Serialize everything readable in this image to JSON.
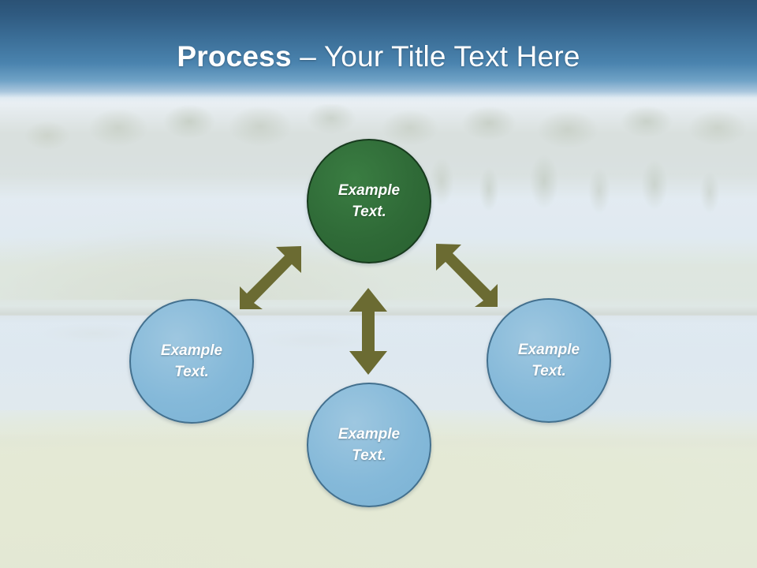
{
  "slide": {
    "title_strong": "Process",
    "title_separator": " – ",
    "title_light": "Your Title Text Here",
    "title_full": "Process – Your Title Text Here",
    "accent_colors": {
      "title_bar_top": "#2B5275",
      "title_bar_bottom": "#A9C6DD",
      "title_text": "#FFFFFF",
      "center_node_fill": "#2F6A37",
      "center_node_border": "#173A1D",
      "node_fill": "#85B9D9",
      "node_border": "#43708E",
      "arrow_fill": "#6B6B32",
      "node_text": "#FFFFFF"
    }
  },
  "diagram": {
    "type": "radial-process",
    "nodes": [
      {
        "id": "top",
        "line1": "Example",
        "line2": "Text.",
        "role": "center",
        "color": "green"
      },
      {
        "id": "left",
        "line1": "Example",
        "line2": "Text.",
        "role": "branch",
        "color": "blue"
      },
      {
        "id": "bottom",
        "line1": "Example",
        "line2": "Text.",
        "role": "branch",
        "color": "blue"
      },
      {
        "id": "right",
        "line1": "Example",
        "line2": "Text.",
        "role": "branch",
        "color": "blue"
      }
    ],
    "connectors": [
      {
        "id": "top-left",
        "style": "double-headed",
        "direction": "diagonal-up-right"
      },
      {
        "id": "top-bottom",
        "style": "double-headed",
        "direction": "vertical"
      },
      {
        "id": "top-right",
        "style": "double-headed",
        "direction": "diagonal-up-left"
      }
    ]
  },
  "background": {
    "scene": "washed-out landscape photograph: tree line, grassy fairway, lake and foreground grass bank"
  }
}
